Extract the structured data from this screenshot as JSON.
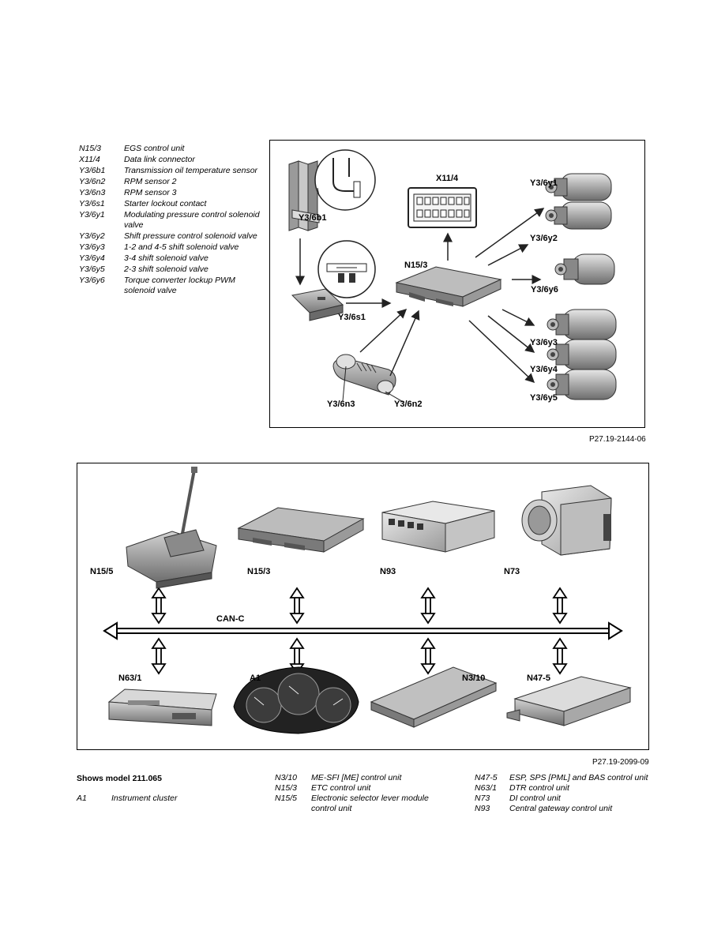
{
  "figure1": {
    "legend": [
      {
        "code": "N15/3",
        "desc": "EGS control unit"
      },
      {
        "code": "X11/4",
        "desc": "Data link connector"
      },
      {
        "code": "Y3/6b1",
        "desc": "Transmission oil temperature sensor"
      },
      {
        "code": "Y3/6n2",
        "desc": "RPM sensor 2"
      },
      {
        "code": "Y3/6n3",
        "desc": "RPM sensor 3"
      },
      {
        "code": "Y3/6s1",
        "desc": "Starter lockout contact"
      },
      {
        "code": "Y3/6y1",
        "desc": "Modulating pressure control solenoid valve"
      },
      {
        "code": "Y3/6y2",
        "desc": "Shift pressure control solenoid valve"
      },
      {
        "code": "Y3/6y3",
        "desc": "1-2 and 4-5 shift solenoid valve"
      },
      {
        "code": "Y3/6y4",
        "desc": "3-4 shift solenoid valve"
      },
      {
        "code": "Y3/6y5",
        "desc": "2-3 shift solenoid valve"
      },
      {
        "code": "Y3/6y6",
        "desc": "Torque converter lockup PWM solenoid valve"
      }
    ],
    "labels": {
      "x11_4": "X11/4",
      "y3_6y1": "Y3/6y1",
      "y3_6y2": "Y3/6y2",
      "y3_6y6": "Y3/6y6",
      "y3_6y3": "Y3/6y3",
      "y3_6y4": "Y3/6y4",
      "y3_6y5": "Y3/6y5",
      "y3_6b1": "Y3/6b1",
      "n15_3": "N15/3",
      "y3_6s1": "Y3/6s1",
      "y3_6n3": "Y3/6n3",
      "y3_6n2": "Y3/6n2"
    },
    "figure_id": "P27.19-2144-06"
  },
  "figure2": {
    "bus_label": "CAN-C",
    "top_labels": [
      "N15/5",
      "N15/3",
      "N93",
      "N73"
    ],
    "bottom_labels": [
      "N63/1",
      "A1",
      "N3/10",
      "N47-5"
    ],
    "figure_id": "P27.19-2099-09",
    "model_heading": "Shows model 211.065",
    "legend_col1": [
      {
        "code": "A1",
        "desc": "Instrument cluster"
      }
    ],
    "legend_col2": [
      {
        "code": "N3/10",
        "desc": "ME-SFI [ME] control unit"
      },
      {
        "code": "N15/3",
        "desc": "ETC control unit"
      },
      {
        "code": "N15/5",
        "desc": "Electronic selector lever module control unit"
      }
    ],
    "legend_col3": [
      {
        "code": "N47-5",
        "desc": "ESP, SPS [PML] and BAS control unit"
      },
      {
        "code": "N63/1",
        "desc": "DTR control unit"
      },
      {
        "code": "N73",
        "desc": "DI control unit"
      },
      {
        "code": "N93",
        "desc": "Central gateway control unit"
      }
    ]
  }
}
